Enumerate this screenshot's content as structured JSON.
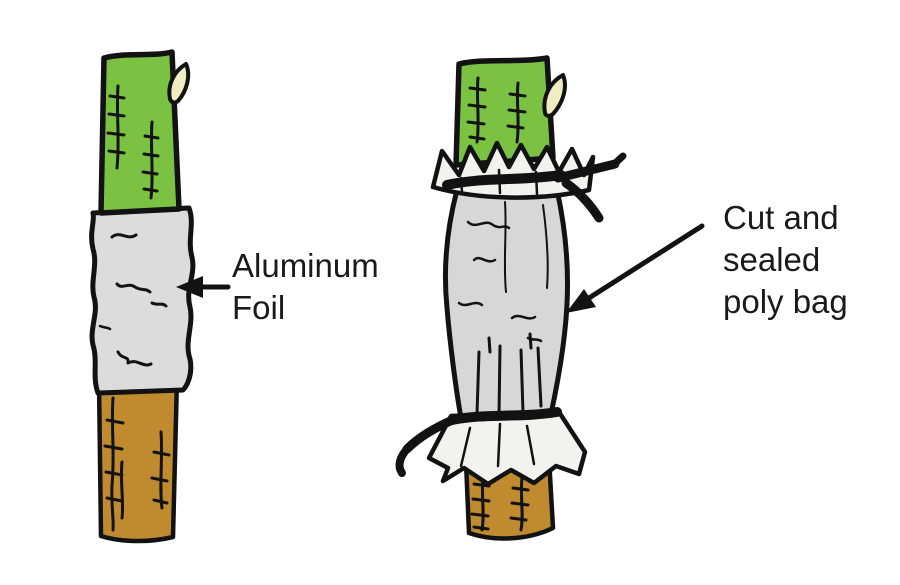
{
  "figure": {
    "left_panel": {
      "name": "budded stem wrapped with aluminum foil",
      "label": {
        "line1": "Aluminum",
        "line2": "Foil"
      }
    },
    "right_panel": {
      "name": "budded stem covered with cut and sealed poly bag",
      "label": {
        "line1": "Cut and",
        "line2": "sealed",
        "line3": "poly bag"
      }
    },
    "icons": {
      "foil_arrow": "left-pointing-arrow",
      "polybag_arrow": "down-left-pointing-arrow",
      "bud": "leaf-bud-shape",
      "ties": "black-twist-tie-bands"
    },
    "colors": {
      "scion_green": "#7cc242",
      "rootstock_brown": "#bf8b2e",
      "foil_gray": "#dcdcdc",
      "bag_gray": "#d7d7d6",
      "ruffle_white": "#f2f2ef",
      "bud_cream": "#f0edc3",
      "outline_black": "#121212",
      "label_text": "#1a1a1a",
      "background": "#ffffff"
    }
  }
}
